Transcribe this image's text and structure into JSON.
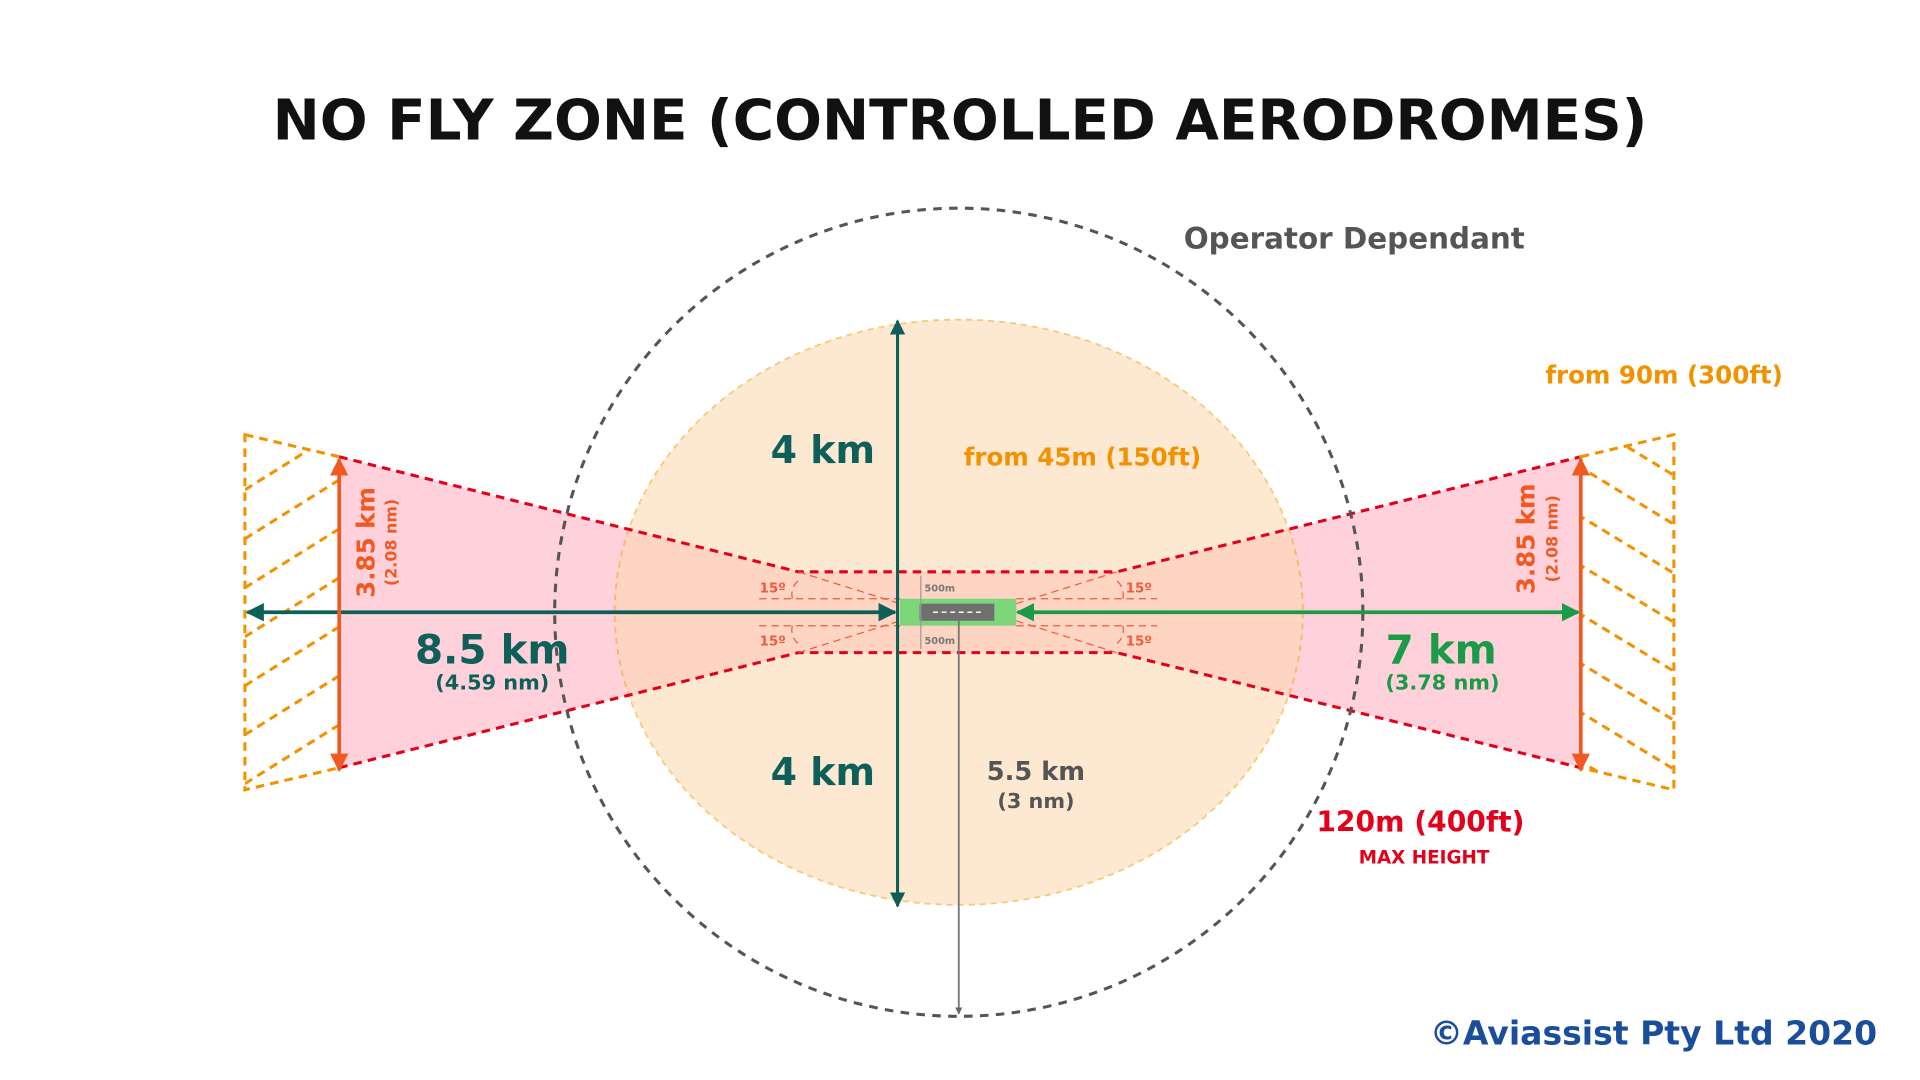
{
  "title": "NO FLY ZONE (CONTROLLED AERODROMES)",
  "labels": {
    "operator_dependant": "Operator Dependant",
    "from_45m": "from 45m (150ft)",
    "from_90m": "from 90m (300ft)",
    "north_distance": "4 km",
    "south_distance": "4 km",
    "west_distance": "8.5 km",
    "west_distance_nm": "(4.59 nm)",
    "east_distance": "7 km",
    "east_distance_nm": "(3.78 nm)",
    "radius_distance": "5.5 km",
    "radius_distance_nm": "(3 nm)",
    "max_height_value": "120m (400ft)",
    "max_height_label": "MAX HEIGHT",
    "left_width": "3.85 km",
    "left_width_nm": "(2.08 nm)",
    "right_width": "3.85 km",
    "right_width_nm": "(2.08 nm)",
    "angle": "15º",
    "offset_top": "500m",
    "offset_bottom": "500m",
    "copyright": "©Aviassist Pty Ltd 2020"
  },
  "colors": {
    "teal": "#0e5f5a",
    "green": "#1b9a47",
    "orange": "#f39200",
    "red": "#e3001b",
    "pink_fill": "#ffd3dc",
    "peach_fill": "#fde8d3",
    "grey": "#555555",
    "blue": "#1a4e9a"
  }
}
